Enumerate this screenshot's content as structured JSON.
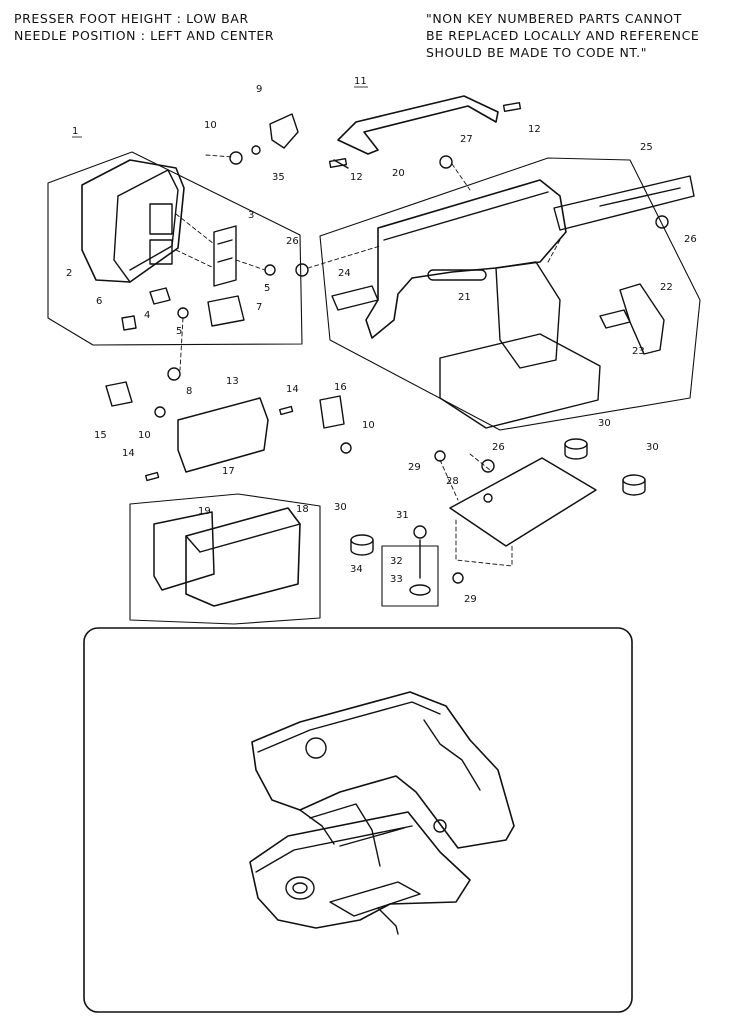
{
  "header": {
    "left_lines": [
      "PRESSER FOOT HEIGHT : LOW BAR",
      "NEEDLE POSITION : LEFT AND CENTER"
    ],
    "right_lines": [
      "\"NON KEY NUMBERED PARTS CANNOT",
      "BE REPLACED LOCALLY AND REFERENCE",
      "SHOULD BE MADE TO CODE NT.\""
    ]
  },
  "callouts": [
    "1",
    "2",
    "3",
    "4",
    "5",
    "5",
    "6",
    "7",
    "8",
    "9",
    "10",
    "10",
    "10",
    "11",
    "12",
    "12",
    "13",
    "14",
    "14",
    "15",
    "16",
    "17",
    "18",
    "19",
    "20",
    "21",
    "22",
    "23",
    "24",
    "25",
    "26",
    "26",
    "26",
    "27",
    "28",
    "29",
    "29",
    "30",
    "30",
    "30",
    "31",
    "32",
    "33",
    "34",
    "35"
  ]
}
